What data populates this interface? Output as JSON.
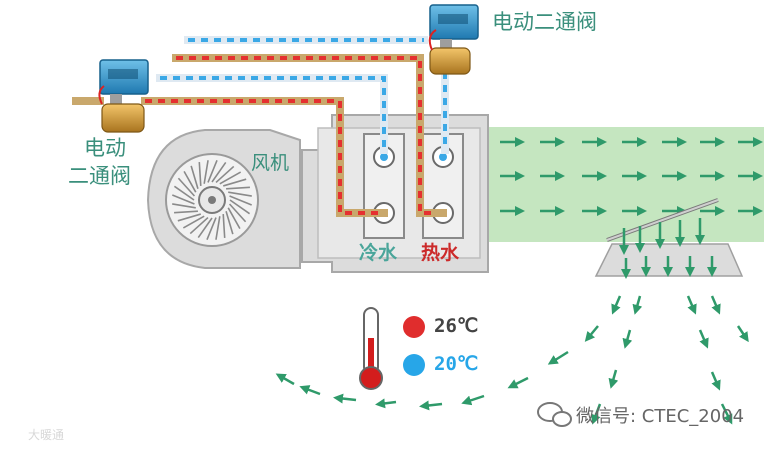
{
  "labels": {
    "valve_top": "电动二通阀",
    "valve_left_line1": "电动",
    "valve_left_line2": "二通阀",
    "fan": "风机",
    "cold_water": "冷水",
    "hot_water": "热水"
  },
  "temperatures": {
    "hot": "26℃",
    "cold": "20℃"
  },
  "watermark": {
    "wechat": "微信号: CTEC_2004",
    "logo": "大暖通"
  },
  "icons": [
    "valve-actuator-icon",
    "fan-impeller-icon",
    "thermometer-icon",
    "wechat-icon"
  ],
  "colors": {
    "hot_pipe": "#e53030",
    "cold_pipe": "#3aa8e6",
    "pipe_body": "#c9a86c",
    "air": "#2f9a6a",
    "casing": "#d8d8d8",
    "coil_area": "#c5e6c0"
  }
}
